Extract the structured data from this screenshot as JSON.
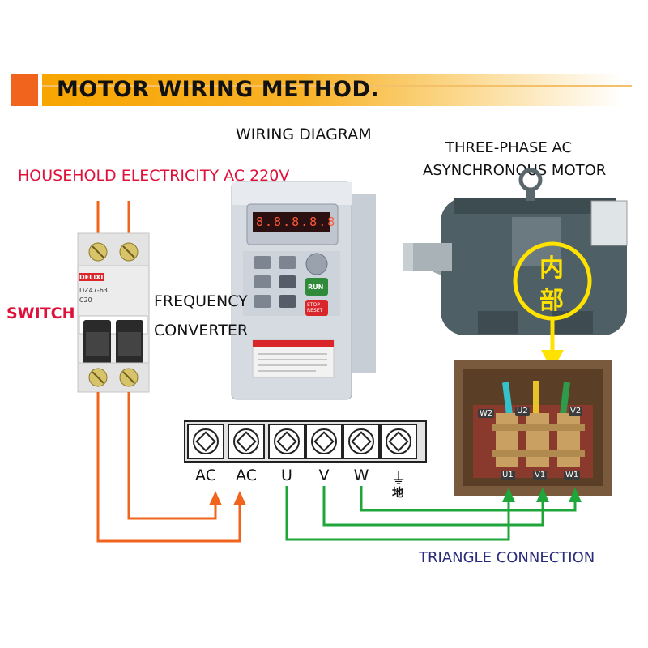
{
  "header": {
    "title": "MOTOR WIRING METHOD."
  },
  "labels": {
    "wiring_diagram": "WIRING DIAGRAM",
    "motor_title_line1": "THREE-PHASE AC",
    "motor_title_line2": "ASYNCHRONOUS MOTOR",
    "household": "HOUSEHOLD ELECTRICITY AC 220V",
    "switch": "SWITCH",
    "converter_line1": "FREQUENCY",
    "converter_line2": "CONVERTER",
    "triangle": "TRIANGLE CONNECTION"
  },
  "breaker": {
    "brand": "DELIXI",
    "model": "DZ47-63",
    "rating": "C20"
  },
  "converter": {
    "display": "8.8.8.8.8",
    "run_label": "RUN",
    "stop_label": "STOP RESET"
  },
  "terminals": [
    {
      "label": "AC"
    },
    {
      "label": "AC"
    },
    {
      "label": "U"
    },
    {
      "label": "V"
    },
    {
      "label": "W"
    },
    {
      "label": "⏚",
      "sub": "地"
    }
  ],
  "motor_terminals": {
    "top": [
      "W2",
      "U2",
      "V2"
    ],
    "bottom": [
      "U1",
      "V1",
      "W1"
    ]
  },
  "callout": {
    "chars": [
      "内",
      "部"
    ]
  },
  "colors": {
    "accent": "#f0641e",
    "banner": "#f7a500",
    "ac_wire": "#f0641e",
    "phase_wire": "#1fa63a",
    "callout": "#ffe200",
    "red_text": "#e0103a"
  }
}
